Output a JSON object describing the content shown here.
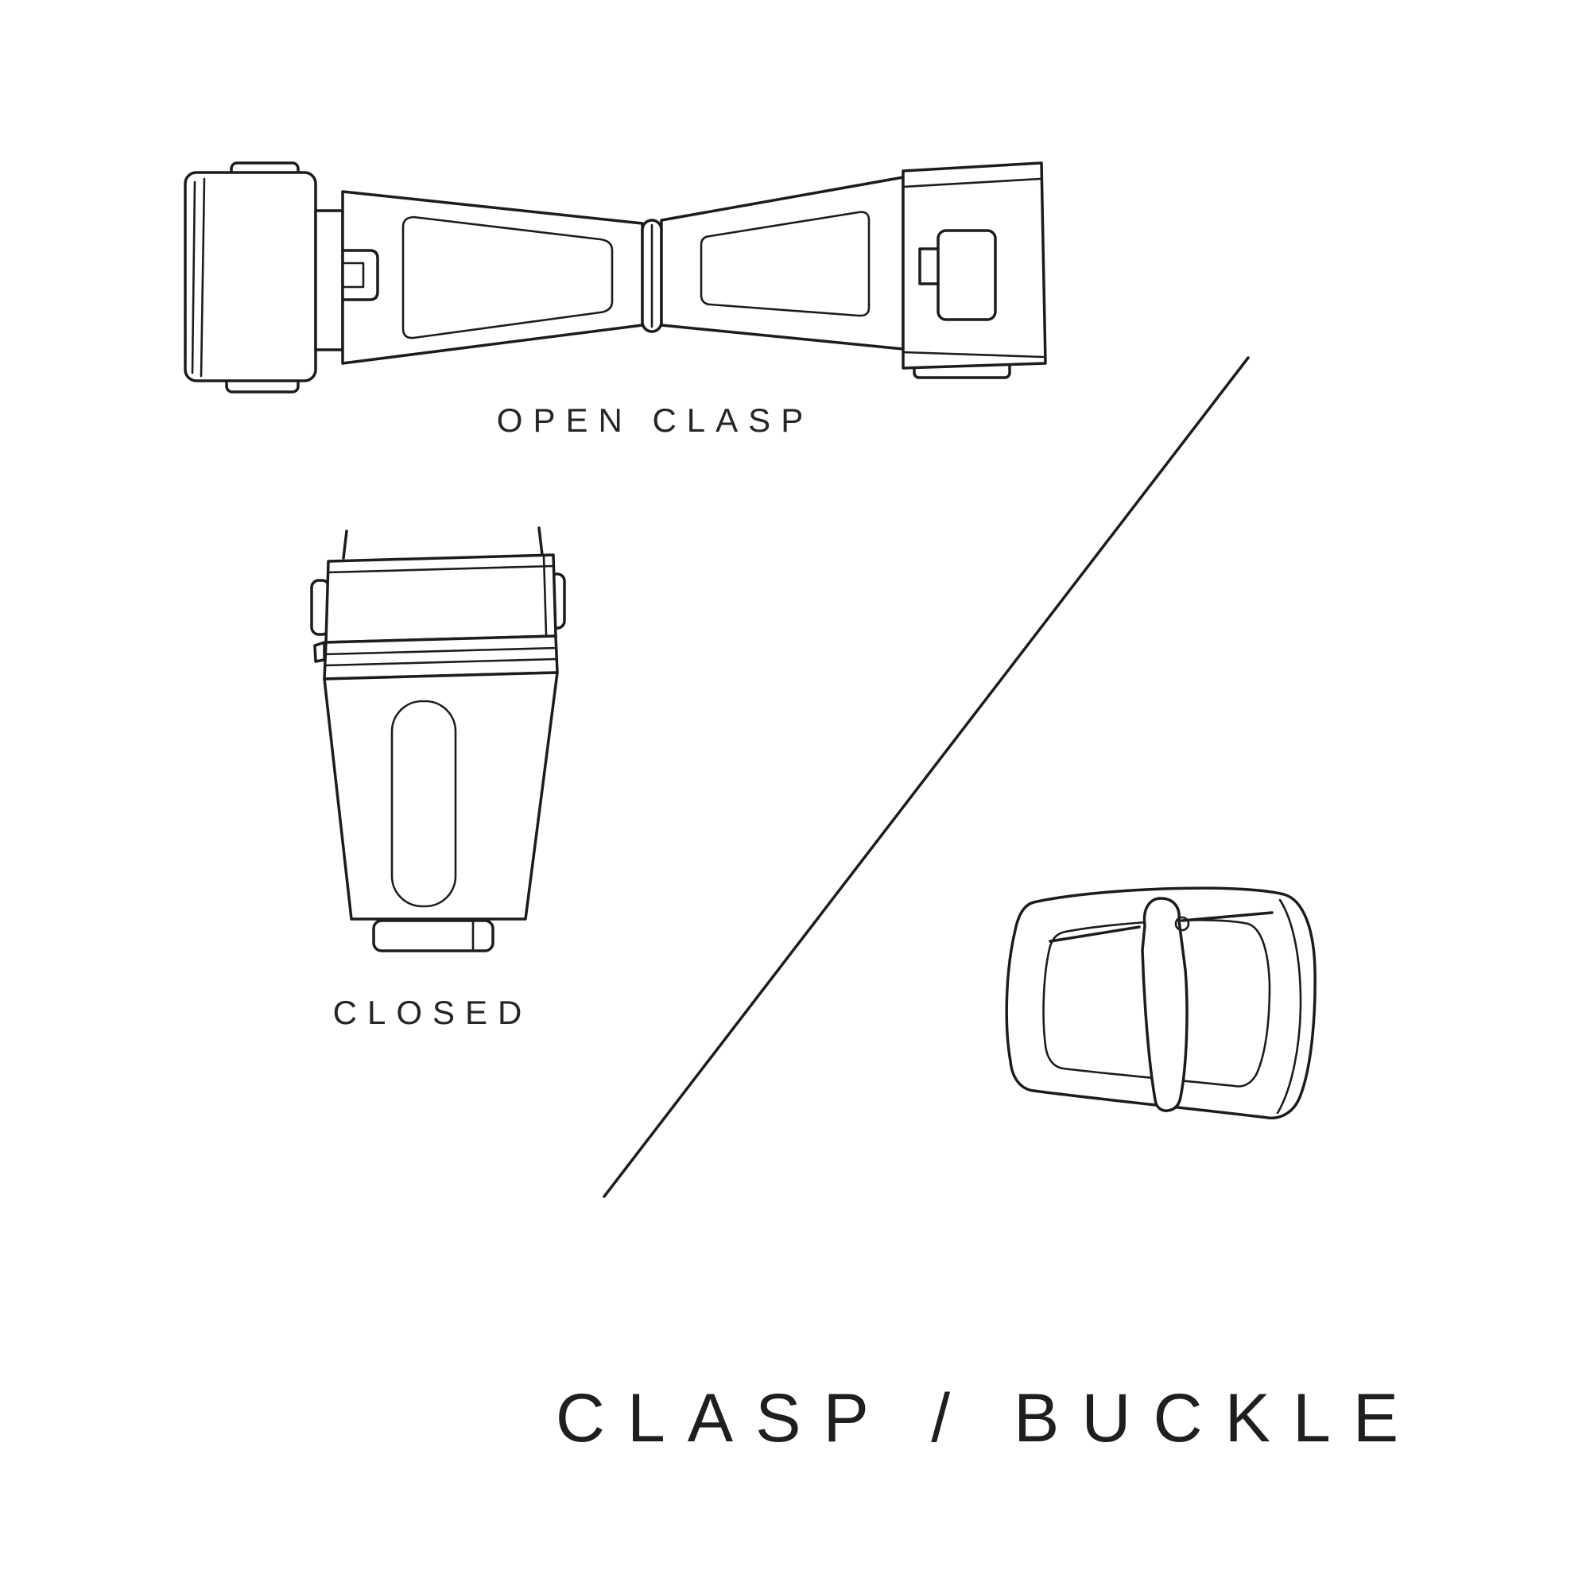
{
  "title": "CLASP / BUCKLE",
  "illustrations": {
    "open_clasp": {
      "caption": "OPEN CLASP"
    },
    "closed_clasp": {
      "caption": "CLOSED"
    },
    "buckle": {
      "caption": ""
    }
  },
  "colors": {
    "background": "#ffffff",
    "line_art": "#1c1c1c",
    "text": "#262626"
  }
}
